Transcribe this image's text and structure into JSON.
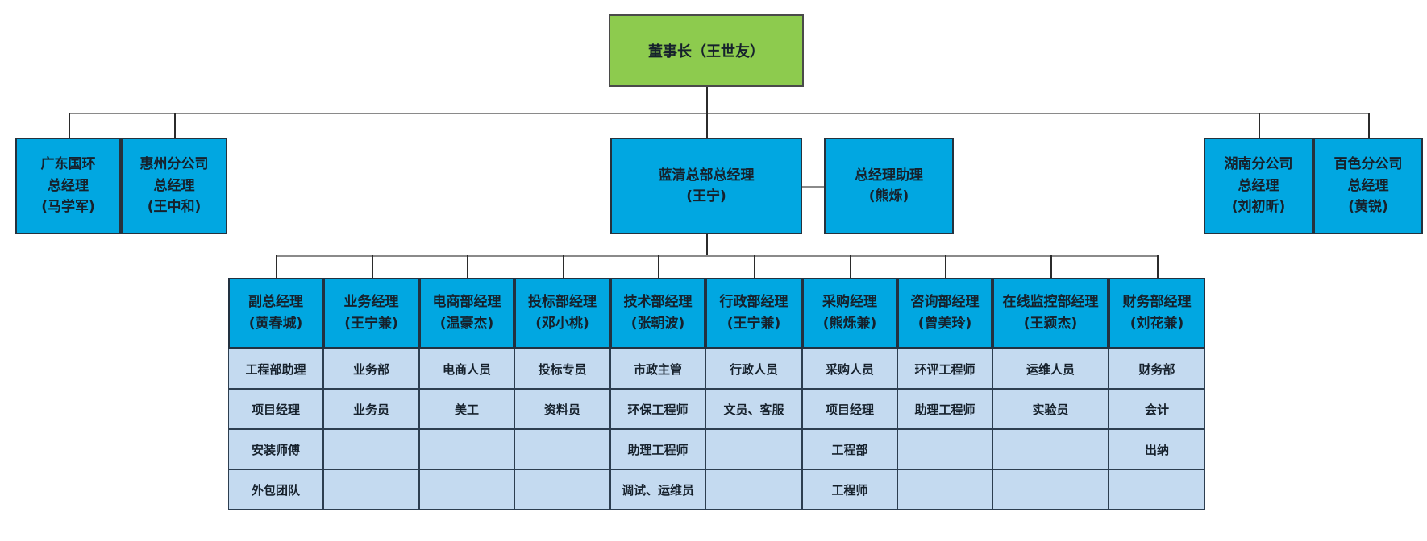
{
  "colors": {
    "chairman_green": "#8dcb4e",
    "manager_blue": "#01a7e1",
    "staff_light_blue": "#c4daf0",
    "rail_gray": "#8a8a8a",
    "line_dark": "#2b2b2b"
  },
  "chairman": {
    "label": "董事长（王世友）"
  },
  "level2": [
    {
      "lines": [
        "广东国环",
        "总经理",
        "(马学军)"
      ]
    },
    {
      "lines": [
        "惠州分公司",
        "总经理",
        "(王中和)"
      ]
    },
    {
      "lines": [
        "蓝清总部总经理",
        "(王宁)"
      ]
    },
    {
      "lines": [
        "总经理助理",
        "(熊烁)"
      ]
    },
    {
      "lines": [
        "湖南分公司",
        "总经理",
        "(刘初昕)"
      ]
    },
    {
      "lines": [
        "百色分公司",
        "总经理",
        "(黄锐)"
      ]
    }
  ],
  "departments": [
    {
      "title": "副总经理",
      "manager": "(黄春城)",
      "staff": [
        "工程部助理",
        "项目经理",
        "安装师傅",
        "外包团队"
      ]
    },
    {
      "title": "业务经理",
      "manager": "(王宁兼)",
      "staff": [
        "业务部",
        "业务员",
        "",
        ""
      ]
    },
    {
      "title": "电商部经理",
      "manager": "(温豪杰)",
      "staff": [
        "电商人员",
        "美工",
        "",
        ""
      ]
    },
    {
      "title": "投标部经理",
      "manager": "(邓小桃)",
      "staff": [
        "投标专员",
        "资料员",
        "",
        ""
      ]
    },
    {
      "title": "技术部经理",
      "manager": "(张朝波)",
      "staff": [
        "市政主管",
        "环保工程师",
        "助理工程师",
        "调试、运维员"
      ]
    },
    {
      "title": "行政部经理",
      "manager": "(王宁兼)",
      "staff": [
        "行政人员",
        "文员、客服",
        "",
        ""
      ]
    },
    {
      "title": "采购经理",
      "manager": "(熊烁兼)",
      "staff": [
        "采购人员",
        "项目经理",
        "工程部",
        "工程师"
      ]
    },
    {
      "title": "咨询部经理",
      "manager": "(曾美玲)",
      "staff": [
        "环评工程师",
        "助理工程师",
        "",
        ""
      ]
    },
    {
      "title": "在线监控部经理",
      "manager": "(王颖杰)",
      "staff": [
        "运维人员",
        "实验员",
        "",
        ""
      ]
    },
    {
      "title": "财务部经理",
      "manager": "(刘花兼)",
      "staff": [
        "财务部",
        "会计",
        "出纳",
        ""
      ]
    }
  ]
}
